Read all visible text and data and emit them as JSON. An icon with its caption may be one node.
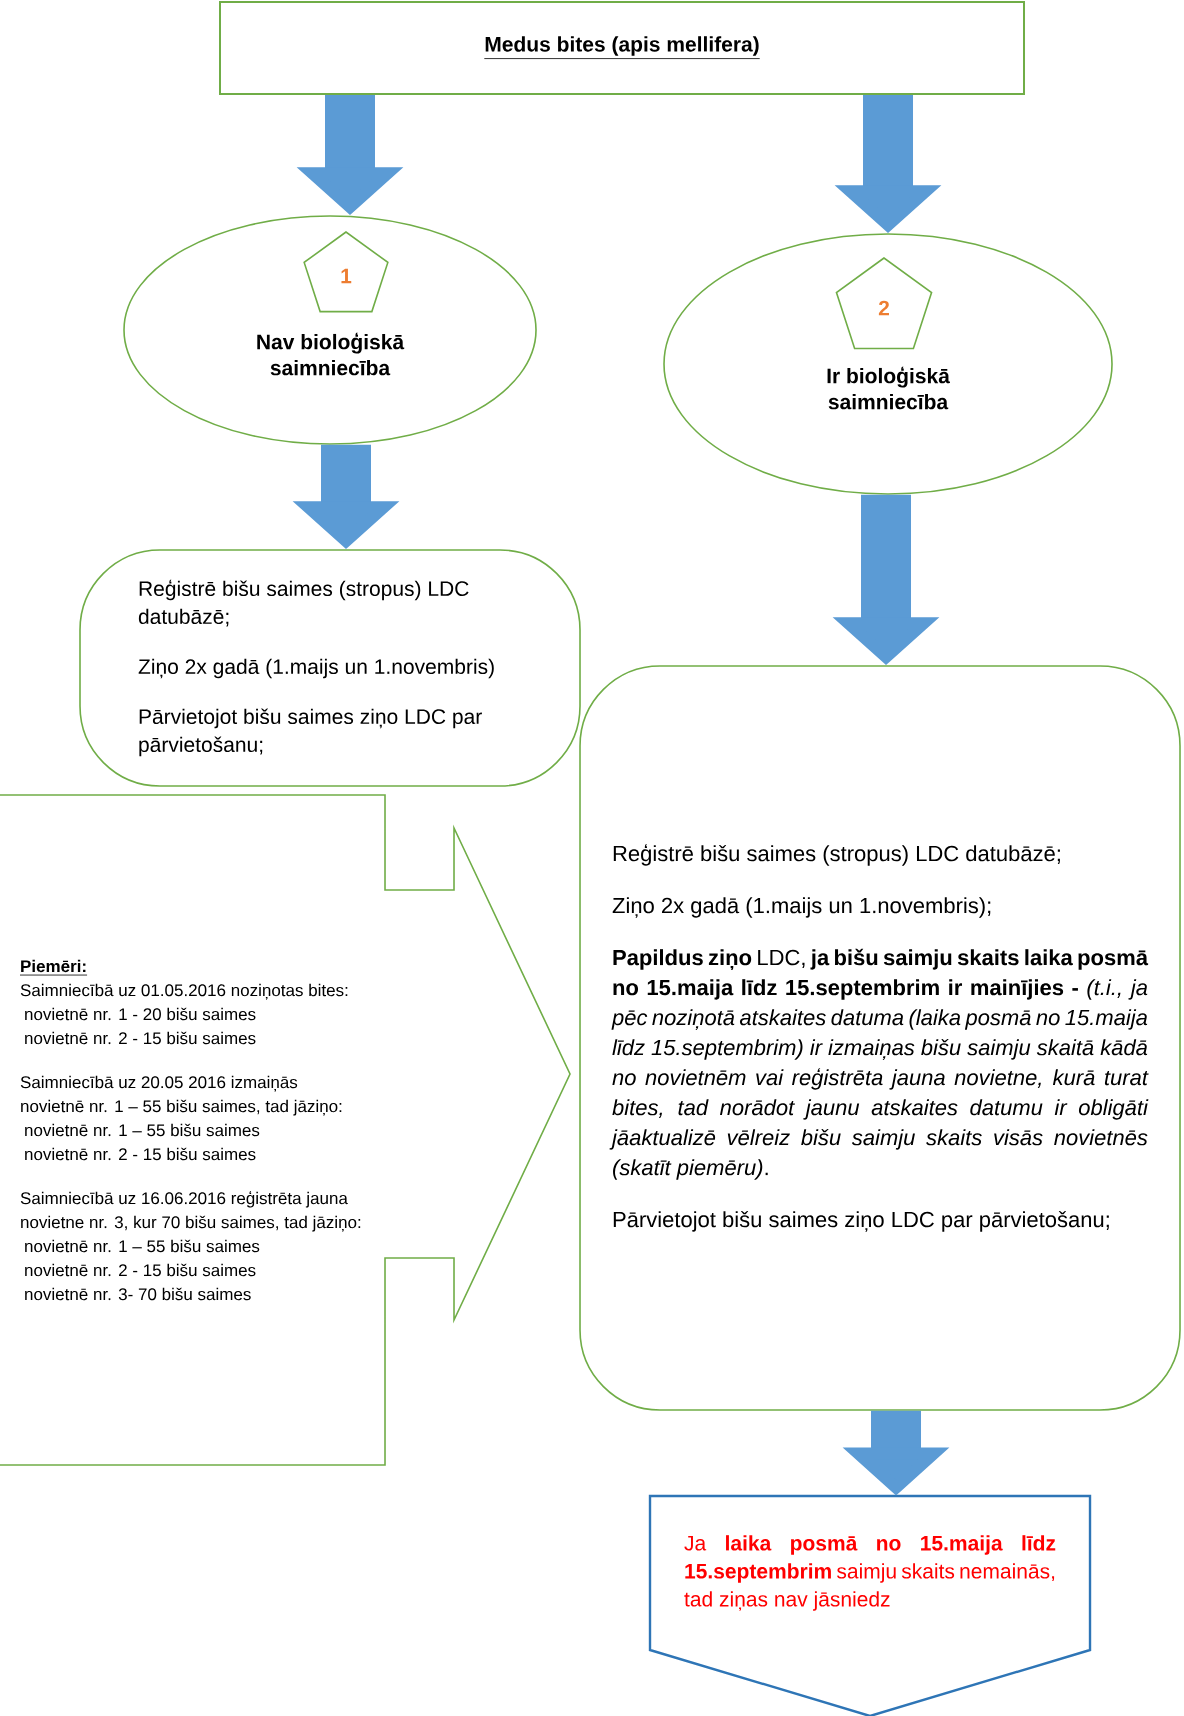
{
  "diagram": {
    "nodes": [
      {
        "text": [
          "Medus bites (apis mellifera)"
        ]
      },
      {
        "text": [
          "Nav bioloģiskā saimniecība"
        ]
      },
      {
        "text": [
          "1"
        ],
        "in": 1
      },
      {
        "text": [
          "Ir bioloģiskā saimniecība"
        ]
      },
      {
        "text": [
          "2"
        ],
        "in": 3
      },
      {
        "text": [
          "Reģistrē bišu saimes (stropus) LDC datubāzē;",
          "Ziņo 2x gadā (1.maijs un 1.novembris)",
          "Pārvietojot bišu saimes ziņo LDC par pārvietošanu;"
        ]
      },
      {
        "text": [
          "Reģistrē bišu saimes (stropus) LDC datubāzē;",
          "Ziņo 2x gadā (1.maijs un 1.novembris);",
          "**Papildus ziņo** LDC, **ja bišu saimju skaits laika posmā no 15.maija līdz 15.septembrim ir mainījies -** *(t.i., ja pēc noziņotā atskaites datuma (laika posmā no 15.maija līdz 15.septembrim) ir izmaiņas bišu saimju skaitā kādā no novietnēm vai reģistrēta jauna novietne, kurā turat bites, tad norādot jaunu atskaites datumu ir obligāti jāaktualizē vēlreiz bišu saimju skaits visās novietnēs (skatīt piemēru)*.",
          "Pārvietojot bišu saimes ziņo LDC par pārvietošanu;"
        ]
      },
      {
        "text": [
          "Piemēri:",
          "Saimniecībā uz 01.05.2016 noziņotas bites:",
          "novietnē nr. 1 - 20 bišu saimes",
          "novietnē nr. 2 - 15 bišu saimes",
          "Saimniecībā uz 20.05 2016 izmaiņās novietnē nr. 1 – 55 bišu saimes, tad jāziņo:",
          "novietnē nr. 1 – 55 bišu saimes",
          "novietnē nr. 2 - 15 bišu saimes",
          "Saimniecībā uz 16.06.2016 reģistrēta jauna novietne nr. 3, kur 70 bišu saimes, tad jāziņo:",
          "novietnē nr. 1 – 55 bišu saimes",
          "novietnē nr. 2 - 15 bišu saimes",
          "novietnē nr. 3- 70 bišu saimes"
        ]
      },
      {
        "text": [
          "Ja **laika posmā no 15.maija līdz 15.septembrim** saimju skaits nemainās, tad ziņas nav jāsniedz"
        ]
      }
    ],
    "edges": [
      {
        "from": 0,
        "to": 1,
        "arrow": "to"
      },
      {
        "from": 0,
        "to": 3,
        "arrow": "to"
      },
      {
        "from": 1,
        "to": 5,
        "arrow": "to"
      },
      {
        "from": 3,
        "to": 6,
        "arrow": "to"
      },
      {
        "from": 6,
        "to": 8,
        "arrow": "to"
      }
    ]
  }
}
